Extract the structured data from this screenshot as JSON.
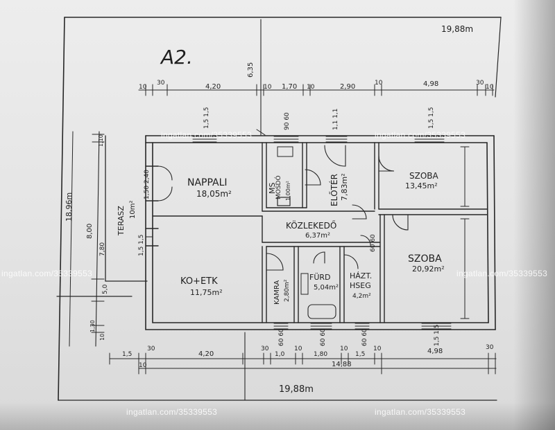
{
  "plan": {
    "sheet_label": "A2.",
    "overall_width_top": "19,88m",
    "overall_width_bottom": "19,88m",
    "overall_height": "18,96m",
    "top_height_dim": "6,35",
    "top_dims": [
      "10",
      "30",
      "4,20",
      "10",
      "1,70",
      "10",
      "2,90",
      "10",
      "4,98",
      "30",
      "10"
    ],
    "bottom_dims": [
      "1,5",
      "30",
      "4,20",
      "30",
      "1,0",
      "10",
      "1,80",
      "10",
      "1,5",
      "10",
      "4,98",
      "30"
    ],
    "bottom_dims_second": [
      "10",
      "14,88"
    ],
    "left_dims": [
      "1,10",
      "8,00",
      "7,80",
      "5,0",
      "1,30",
      "10"
    ],
    "window_sizes": [
      "1,5 1,5",
      "90 60",
      "1,1 1,1",
      "1,5 1,5",
      "1,50 2,40",
      "1,5 1,5",
      "60 60",
      "60 60",
      "60 60",
      "1,5 1,5",
      "60 60"
    ]
  },
  "rooms": [
    {
      "name": "NAPPALI",
      "area": "18,05m²"
    },
    {
      "name": "MOSDÓ",
      "area": "1,00m²"
    },
    {
      "name": "MS",
      "area": ""
    },
    {
      "name": "ELŐTÉR",
      "area": "7,83m²"
    },
    {
      "name": "SZOBA",
      "area": "13,45m²"
    },
    {
      "name": "TERASZ",
      "area": "10m²"
    },
    {
      "name": "KÖZLEKEDŐ",
      "area": "6,37m²"
    },
    {
      "name": "KO+ETK",
      "area": "11,75m²"
    },
    {
      "name": "KAMRA",
      "area": "2,80m²"
    },
    {
      "name": "FÜRD",
      "area": "5,04m²"
    },
    {
      "name": "HÁZT.",
      "area": ""
    },
    {
      "name": "HSEG",
      "area": "4,2m²"
    },
    {
      "name": "SZOBA",
      "area": "20,92m²"
    }
  ],
  "watermark": "ingatlan.com/35339553"
}
